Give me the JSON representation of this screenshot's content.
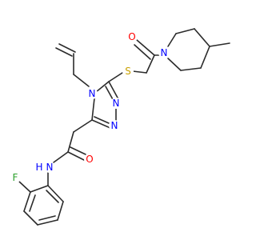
{
  "molecule": {
    "atom_colors": {
      "N": "#0000ff",
      "O": "#ff0000",
      "S": "#c8a000",
      "F": "#2ba02b",
      "H": "#0000ff"
    },
    "labels": {
      "o_ketone": "O",
      "n_piperidine": "N",
      "s_thioether": "S",
      "n4_triazole": "N",
      "n_triazole_right": "N",
      "n_triazole_bottom": "N",
      "o_amide": "O",
      "nh_amide": "H",
      "n_amide": "N",
      "f_fluoro": "F"
    }
  }
}
